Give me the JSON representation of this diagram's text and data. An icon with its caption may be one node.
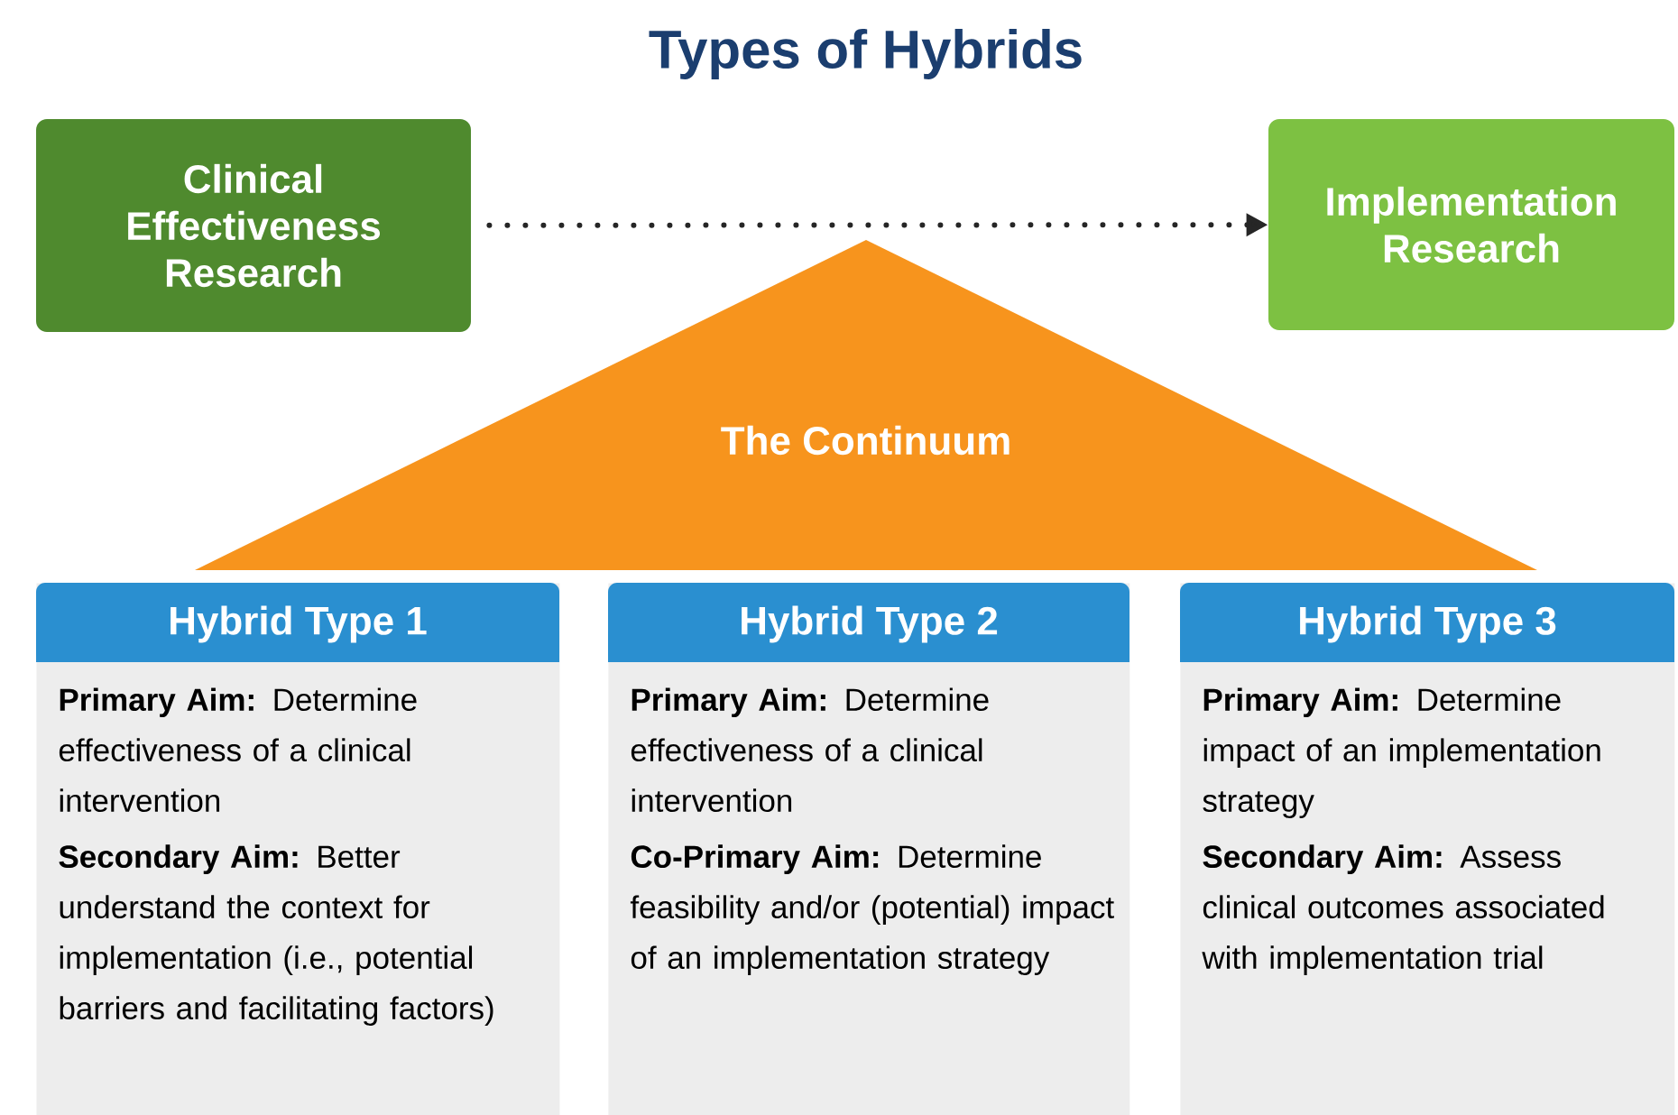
{
  "diagram": {
    "title": "Types of Hybrids",
    "nodes": [
      {
        "text": [
          "Clinical Effectiveness Research"
        ]
      },
      {
        "text": [
          "Implementation Research"
        ]
      },
      {
        "text": [
          "The Continuum"
        ]
      },
      {
        "text": [
          "Hybrid Type 1",
          "**Primary Aim:** Determine effectiveness of a clinical intervention",
          "**Secondary Aim:** Better understand the context for implementation (i.e., potential barriers and facilitating factors)"
        ]
      },
      {
        "text": [
          "Hybrid Type 2",
          "**Primary Aim:** Determine effectiveness of a clinical intervention",
          "**Co-Primary Aim:** Determine feasibility and/or (potential) impact of an implementation strategy"
        ]
      },
      {
        "text": [
          "Hybrid Type 3",
          "**Primary Aim:** Determine impact of an implementation strategy",
          "**Secondary Aim:** Assess clinical outcomes associated with implementation trial"
        ]
      }
    ],
    "edges": [
      {
        "from": 0,
        "to": 1,
        "arrow": "to",
        "style": "dashed"
      }
    ]
  }
}
